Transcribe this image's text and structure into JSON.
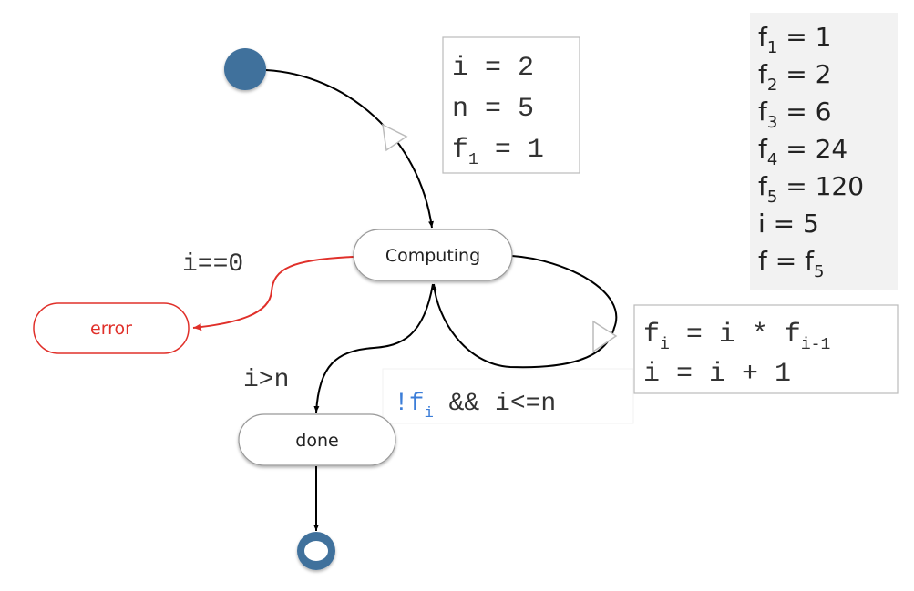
{
  "states": {
    "computing": "Computing",
    "error": "error",
    "done": "done"
  },
  "initial_box": {
    "line1": {
      "main": "i = 2"
    },
    "line2": {
      "main": "n = 5"
    },
    "line3": {
      "main": "f",
      "sub": "1",
      "rest": " = 1"
    }
  },
  "loop_box": {
    "line1": {
      "main": "f",
      "sub": "i",
      "mid": " = i * f",
      "sub2": "i-1"
    },
    "line2": {
      "main": "i = i + 1"
    }
  },
  "guards": {
    "error_guard": "i==0",
    "done_guard": "i>n",
    "loop_guard_prefix": "!f",
    "loop_guard_sub": "i",
    "loop_guard_rest": " && i<=n"
  },
  "result_box": {
    "lines": [
      {
        "main": "f",
        "sub": "1",
        "rest": " = 1"
      },
      {
        "main": "f",
        "sub": "2",
        "rest": " = 2"
      },
      {
        "main": "f",
        "sub": "3",
        "rest": " = 6"
      },
      {
        "main": "f",
        "sub": "4",
        "rest": " = 24"
      },
      {
        "main": "f",
        "sub": "5",
        "rest": " = 120"
      },
      {
        "main": "i = 5",
        "sub": "",
        "rest": ""
      },
      {
        "main": "f = f",
        "sub": "5",
        "rest": ""
      }
    ]
  },
  "colors": {
    "node_blue": "#41719C",
    "error_red": "#E0302A",
    "guard_blue": "#3B7DD8",
    "result_bg": "#F2F2F2"
  }
}
